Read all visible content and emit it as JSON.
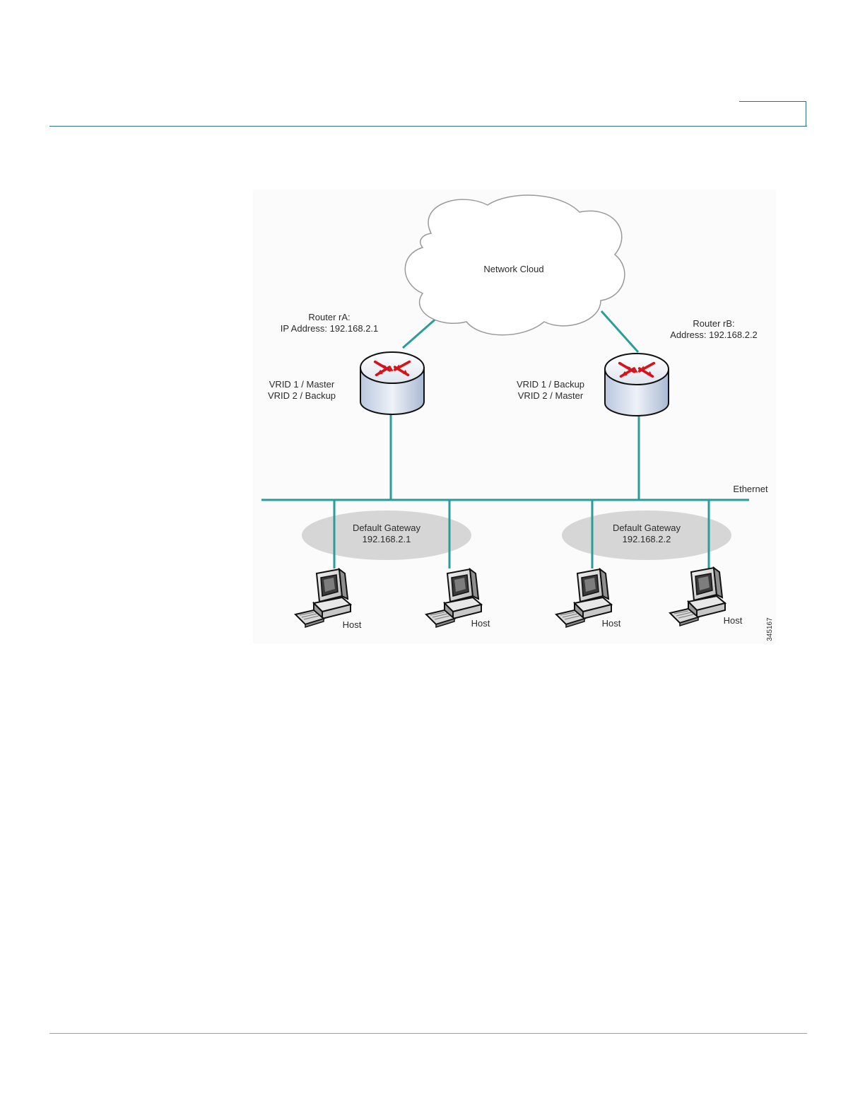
{
  "diagram": {
    "cloud_label": "Network Cloud",
    "router_a": {
      "name": "Router rA:",
      "address": "IP Address: 192.168.2.1",
      "vrid_1": "VRID 1 / Master",
      "vrid_2": "VRID 2 / Backup"
    },
    "router_b": {
      "name": "Router rB:",
      "address": "Address: 192.168.2.2",
      "vrid_1": "VRID 1 / Backup",
      "vrid_2": "VRID 2 / Master"
    },
    "ethernet_label": "Ethernet",
    "gateway_left": {
      "title": "Default Gateway",
      "ip": "192.168.2.1"
    },
    "gateway_right": {
      "title": "Default Gateway",
      "ip": "192.168.2.2"
    },
    "host_label": "Host",
    "figure_id": "345167",
    "colors": {
      "link": "#2a9d9a",
      "router_arrows": "#d4141b",
      "ellipse": "#d6d6d6"
    }
  }
}
